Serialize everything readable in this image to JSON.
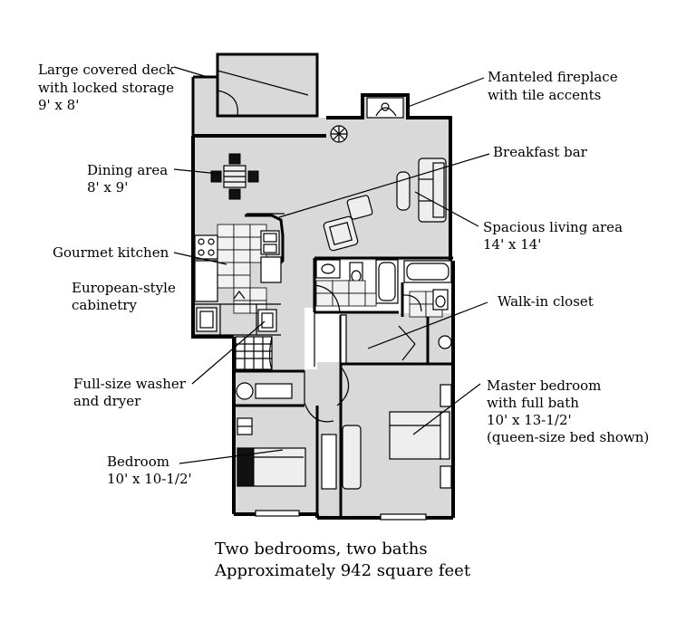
{
  "labels": {
    "deck": [
      "Large covered deck",
      "with locked storage",
      "9' x 8'"
    ],
    "fireplace": [
      "Manteled fireplace",
      "with tile accents"
    ],
    "breakfast_bar": [
      "Breakfast bar"
    ],
    "dining": [
      "Dining area",
      "8' x 9'"
    ],
    "living": [
      "Spacious living area",
      "14' x 14'"
    ],
    "kitchen": [
      "Gourmet kitchen"
    ],
    "cabinetry": [
      "European-style",
      "cabinetry"
    ],
    "closet": [
      "Walk-in closet"
    ],
    "washer": [
      "Full-size washer",
      "and dryer"
    ],
    "master": [
      "Master bedroom",
      "with full bath",
      "10' x 13-1/2'",
      "(queen-size bed shown)"
    ],
    "bedroom": [
      "Bedroom",
      "10' x 10-1/2'"
    ]
  },
  "caption": {
    "line1": "Two bedrooms, two baths",
    "line2": "Approximately 942 square feet"
  }
}
